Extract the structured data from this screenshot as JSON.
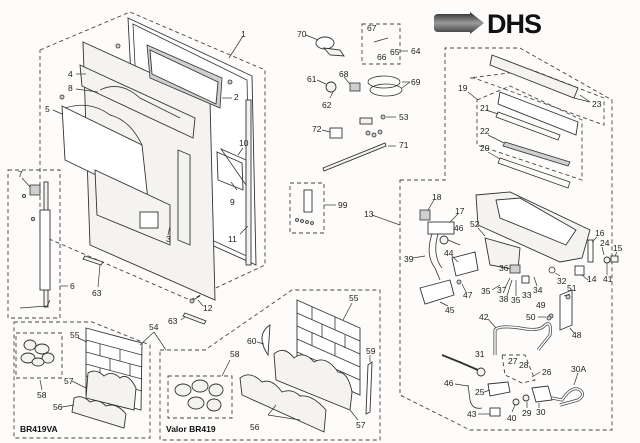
{
  "brand": {
    "logo_text": "DHS",
    "logo_arrow_color": "#777777",
    "logo_text_color": "#111111"
  },
  "diagram": {
    "type": "exploded parts diagram",
    "subject": "gas fire assembly",
    "model_labels": {
      "br419va": "BR419VA",
      "valor_br419": "Valor BR419"
    },
    "part_labels": {
      "p1": "1",
      "p2": "2",
      "p3": "3",
      "p4": "4",
      "p5": "5",
      "p6": "6",
      "p7": "7",
      "p8": "8",
      "p9": "9",
      "p10": "10",
      "p11": "11",
      "p12": "12",
      "p13": "13",
      "p14": "14",
      "p15": "15",
      "p16": "16",
      "p17": "17",
      "p18": "18",
      "p19": "19",
      "p20": "20",
      "p21": "21",
      "p22": "22",
      "p23": "23",
      "p24": "24",
      "p25": "25",
      "p26": "26",
      "p27": "27",
      "p28": "28",
      "p29": "29",
      "p30": "30",
      "p30a": "30A",
      "p31": "31",
      "p32": "32",
      "p33": "33",
      "p34": "34",
      "p35a": "35",
      "p35b": "35",
      "p36": "36",
      "p37": "37",
      "p38": "38",
      "p39": "39",
      "p40": "40",
      "p41": "41",
      "p42": "42",
      "p43": "43",
      "p44": "44",
      "p45": "45",
      "p46a": "46",
      "p46b": "46",
      "p47": "47",
      "p48": "48",
      "p49": "49",
      "p50": "50",
      "p51": "51",
      "p52": "52",
      "p53": "53",
      "p54": "54",
      "p55a": "55",
      "p55b": "55",
      "p56a": "56",
      "p56b": "56",
      "p57a": "57",
      "p57b": "57",
      "p58a": "58",
      "p58b": "58",
      "p59": "59",
      "p60": "60",
      "p61": "61",
      "p62": "62",
      "p63a": "63",
      "p63b": "63",
      "p64": "64",
      "p65": "65",
      "p66": "66",
      "p67": "67",
      "p68": "68",
      "p69": "69",
      "p70": "70",
      "p71": "71",
      "p72": "72",
      "p99": "99"
    }
  }
}
